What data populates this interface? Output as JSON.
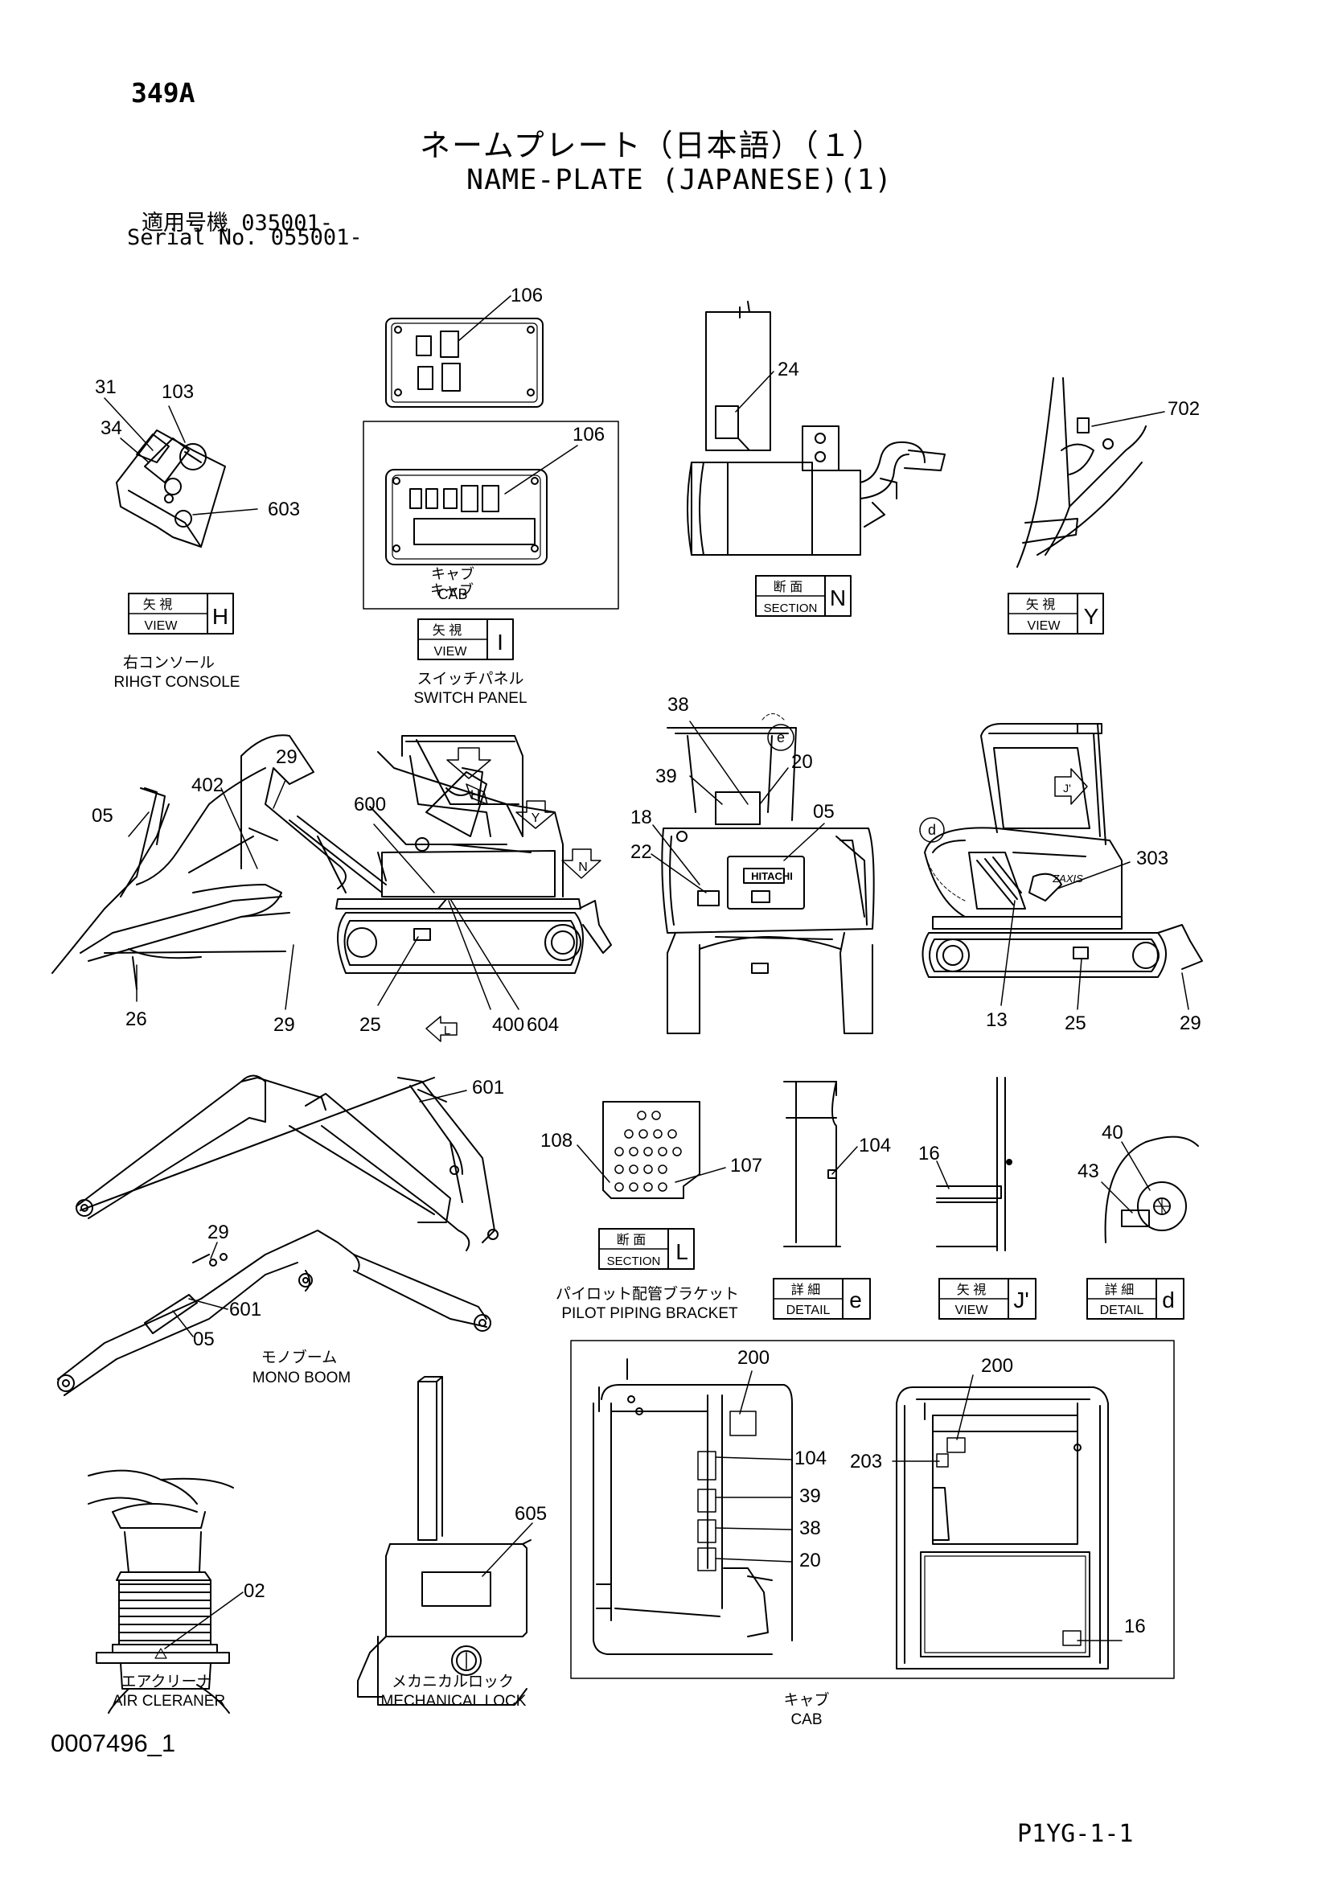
{
  "header": {
    "page_no": "349A",
    "title_jp": "ネームプレート（日本語）（１）",
    "title_en": "NAME-PLATE (JAPANESE)(1)",
    "serial_jp": "適用号機  035001-",
    "serial_en": "Serial No. 055001-"
  },
  "footer": {
    "doc_code": "0007496_1",
    "page_code": "P1YG-1-1"
  },
  "views": {
    "right_console": {
      "tag_jp": "矢 視",
      "tag_en": "VIEW",
      "letter": "H",
      "caption_jp": "右コンソール",
      "caption_en": "RIHGT CONSOLE"
    },
    "switch_panel": {
      "tag_jp": "矢 視",
      "tag_en": "VIEW",
      "letter": "I",
      "caption_jp": "スイッチパネル",
      "caption_en": "SWITCH PANEL",
      "cab_jp": "キャブ",
      "cab_en": "CAB"
    },
    "section_n": {
      "tag_jp": "断 面",
      "tag_en": "SECTION",
      "letter": "N"
    },
    "view_y": {
      "tag_jp": "矢 視",
      "tag_en": "VIEW",
      "letter": "Y"
    },
    "section_l": {
      "tag_jp": "断 面",
      "tag_en": "SECTION",
      "letter": "L"
    },
    "pilot_bracket": {
      "caption_jp": "パイロット配管ブラケット",
      "caption_en": "PILOT PIPING BRACKET"
    },
    "detail_e": {
      "tag_jp": "詳 細",
      "tag_en": "DETAIL",
      "letter": "e"
    },
    "view_j": {
      "tag_jp": "矢 視",
      "tag_en": "VIEW",
      "letter": "J'"
    },
    "detail_d": {
      "tag_jp": "詳 細",
      "tag_en": "DETAIL",
      "letter": "d"
    },
    "mono_boom": {
      "caption_jp": "モノブーム",
      "caption_en": "MONO BOOM"
    },
    "air_cleaner": {
      "caption_jp": "エアクリーナ",
      "caption_en": "AIR CLERANER"
    },
    "mech_lock": {
      "caption_jp": "メカニカルロック",
      "caption_en": "MECHANICAL LOCK"
    },
    "cab": {
      "caption_jp": "キャブ",
      "caption_en": "CAB"
    }
  },
  "callouts": {
    "c106a": "106",
    "c106b": "106",
    "c31": "31",
    "c103": "103",
    "c34": "34",
    "c603": "603",
    "c24": "24",
    "c702": "702",
    "c29a": "29",
    "c402": "402",
    "c05a": "05",
    "c600": "600",
    "c26": "26",
    "c29b": "29",
    "c25a": "25",
    "c400": "400",
    "c604": "604",
    "c38a": "38",
    "c39a": "39",
    "c20a": "20",
    "c18": "18",
    "c22": "22",
    "c05b": "05",
    "c303": "303",
    "c13": "13",
    "c25b": "25",
    "c29c": "29",
    "c601a": "601",
    "c29d": "29",
    "c601b": "601",
    "c05c": "05",
    "c108": "108",
    "c107": "107",
    "c104a": "104",
    "c16a": "16",
    "c40": "40",
    "c43": "43",
    "c02": "02",
    "c605": "605",
    "c200a": "200",
    "c104b": "104",
    "c39b": "39",
    "c38b": "38",
    "c20b": "20",
    "c200b": "200",
    "c203": "203",
    "c16b": "16"
  },
  "machine_text": {
    "brand": "HITACHI",
    "model": "ZAXIS",
    "view_marks": {
      "H": "H",
      "Y": "Y",
      "N": "N",
      "J": "J'",
      "L": "L",
      "d": "d",
      "e": "e"
    }
  }
}
